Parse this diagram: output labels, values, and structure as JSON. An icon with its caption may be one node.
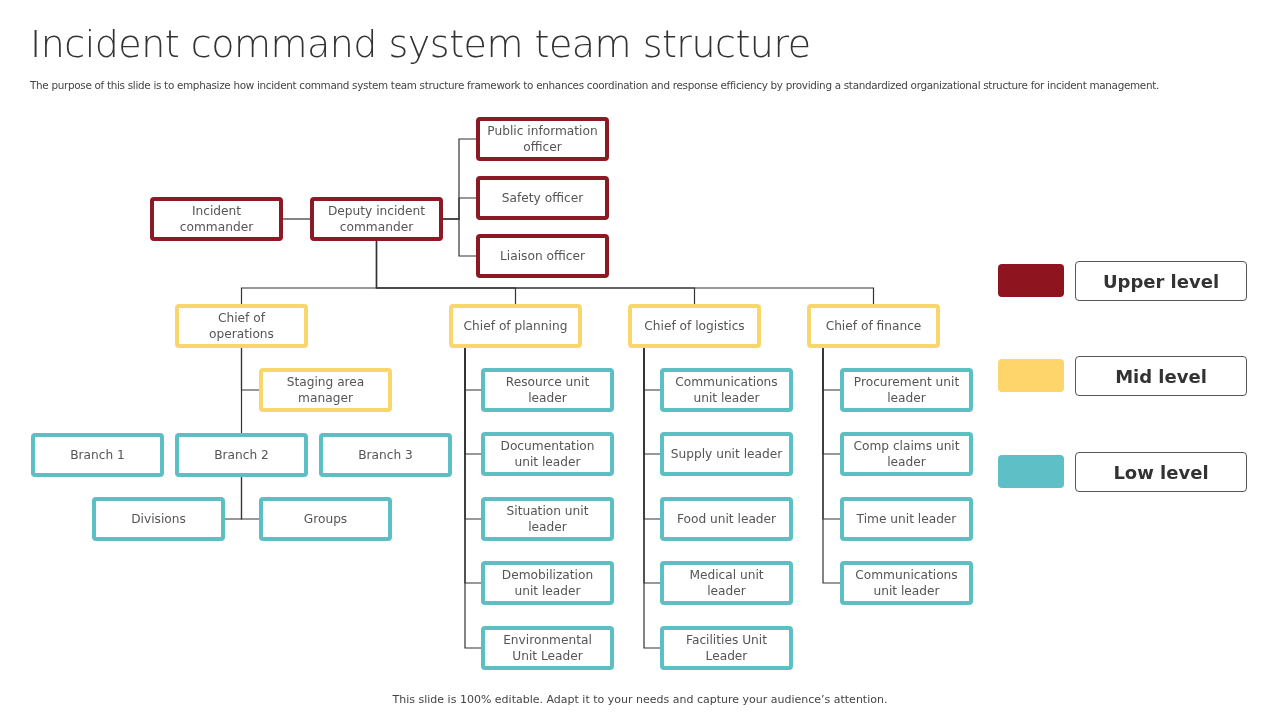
{
  "diagram": {
    "title": "Incident command system team structure",
    "caption": "The purpose of this slide is to emphasize how incident command system team structure framework to enhances coordination and response efficiency by providing a standardized organizational structure for incident management.",
    "nodes": [
      {
        "text": [
          "Incident commander"
        ]
      },
      {
        "text": [
          "Deputy incident commander"
        ]
      },
      {
        "text": [
          "Public information officer"
        ]
      },
      {
        "text": [
          "Safety officer"
        ]
      },
      {
        "text": [
          "Liaison officer"
        ]
      },
      {
        "text": [
          "Chief of operations"
        ]
      },
      {
        "text": [
          "Chief of planning"
        ]
      },
      {
        "text": [
          "Chief of logistics"
        ]
      },
      {
        "text": [
          "Chief of finance"
        ]
      },
      {
        "text": [
          "Staging area manager"
        ]
      },
      {
        "text": [
          "Branch 1"
        ]
      },
      {
        "text": [
          "Branch 2"
        ]
      },
      {
        "text": [
          "Branch 3"
        ]
      },
      {
        "text": [
          "Divisions"
        ]
      },
      {
        "text": [
          "Groups"
        ]
      },
      {
        "text": [
          "Resource unit leader"
        ]
      },
      {
        "text": [
          "Documentation unit leader"
        ]
      },
      {
        "text": [
          "Situation unit leader"
        ]
      },
      {
        "text": [
          "Demobilization unit leader"
        ]
      },
      {
        "text": [
          "Environmental Unit Leader"
        ]
      },
      {
        "text": [
          "Communications unit leader"
        ]
      },
      {
        "text": [
          "Supply unit leader"
        ]
      },
      {
        "text": [
          "Food unit leader"
        ]
      },
      {
        "text": [
          "Medical unit leader"
        ]
      },
      {
        "text": [
          "Facilities Unit Leader"
        ]
      },
      {
        "text": [
          "Procurement unit leader"
        ]
      },
      {
        "text": [
          "Comp claims unit leader"
        ]
      },
      {
        "text": [
          "Time unit leader"
        ]
      },
      {
        "text": [
          "Communications unit leader"
        ]
      }
    ],
    "edges": [
      {
        "from": 0,
        "to": 1,
        "arrow": "none"
      },
      {
        "from": 1,
        "to": 2,
        "arrow": "none"
      },
      {
        "from": 1,
        "to": 3,
        "arrow": "none"
      },
      {
        "from": 1,
        "to": 4,
        "arrow": "none"
      },
      {
        "from": 1,
        "to": 5,
        "arrow": "none"
      },
      {
        "from": 1,
        "to": 6,
        "arrow": "none"
      },
      {
        "from": 1,
        "to": 7,
        "arrow": "none"
      },
      {
        "from": 1,
        "to": 8,
        "arrow": "none"
      },
      {
        "from": 5,
        "to": 9,
        "arrow": "none"
      },
      {
        "from": 5,
        "to": 11,
        "arrow": "none"
      },
      {
        "from": 11,
        "to": 13,
        "arrow": "none"
      },
      {
        "from": 11,
        "to": 14,
        "arrow": "none"
      },
      {
        "from": 6,
        "to": 15,
        "arrow": "none"
      },
      {
        "from": 6,
        "to": 16,
        "arrow": "none"
      },
      {
        "from": 6,
        "to": 17,
        "arrow": "none"
      },
      {
        "from": 6,
        "to": 18,
        "arrow": "none"
      },
      {
        "from": 6,
        "to": 19,
        "arrow": "none"
      },
      {
        "from": 7,
        "to": 20,
        "arrow": "none"
      },
      {
        "from": 7,
        "to": 21,
        "arrow": "none"
      },
      {
        "from": 7,
        "to": 22,
        "arrow": "none"
      },
      {
        "from": 7,
        "to": 23,
        "arrow": "none"
      },
      {
        "from": 7,
        "to": 24,
        "arrow": "none"
      },
      {
        "from": 8,
        "to": 25,
        "arrow": "none"
      },
      {
        "from": 8,
        "to": 26,
        "arrow": "none"
      },
      {
        "from": 8,
        "to": 27,
        "arrow": "none"
      },
      {
        "from": 8,
        "to": 28,
        "arrow": "none"
      }
    ],
    "labels": [
      "This slide is 100% editable. Adapt it to your needs and capture your audience’s attention."
    ],
    "legend": [
      {
        "text": "Upper level",
        "color": "#8e1520"
      },
      {
        "text": "Mid level",
        "color": "#fdd56a"
      },
      {
        "text": "Low level",
        "color": "#5ec0c6"
      }
    ]
  }
}
